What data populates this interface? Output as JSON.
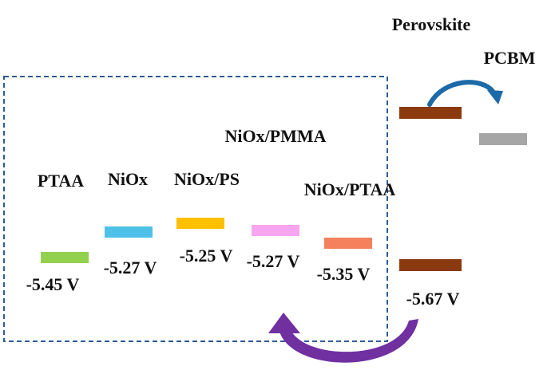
{
  "colors": {
    "ptaa": "#92d050",
    "niox": "#4fc1e9",
    "niox_ps": "#ffc000",
    "niox_pmma": "#f8a5ef",
    "niox_ptaa": "#f4805c",
    "perovskite": "#8b3a10",
    "pcbm": "#a6a6a6",
    "box": "#2e5b96",
    "arrow_blue": "#1d6aa8",
    "arrow_purple": "#7030a0"
  },
  "materials": {
    "ptaa": {
      "name": "PTAA",
      "value": "-5.45 V"
    },
    "niox": {
      "name": "NiOx",
      "value": "-5.27 V"
    },
    "niox_ps": {
      "name": "NiOx/PS",
      "value": "-5.25 V"
    },
    "niox_pmma": {
      "name": "NiOx/PMMA",
      "value": "-5.27 V"
    },
    "niox_ptaa": {
      "name": "NiOx/PTAA",
      "value": "-5.35 V"
    },
    "perovskite": {
      "name": "Perovskite",
      "value": "-5.67 V"
    },
    "pcbm": {
      "name": "PCBM"
    }
  }
}
